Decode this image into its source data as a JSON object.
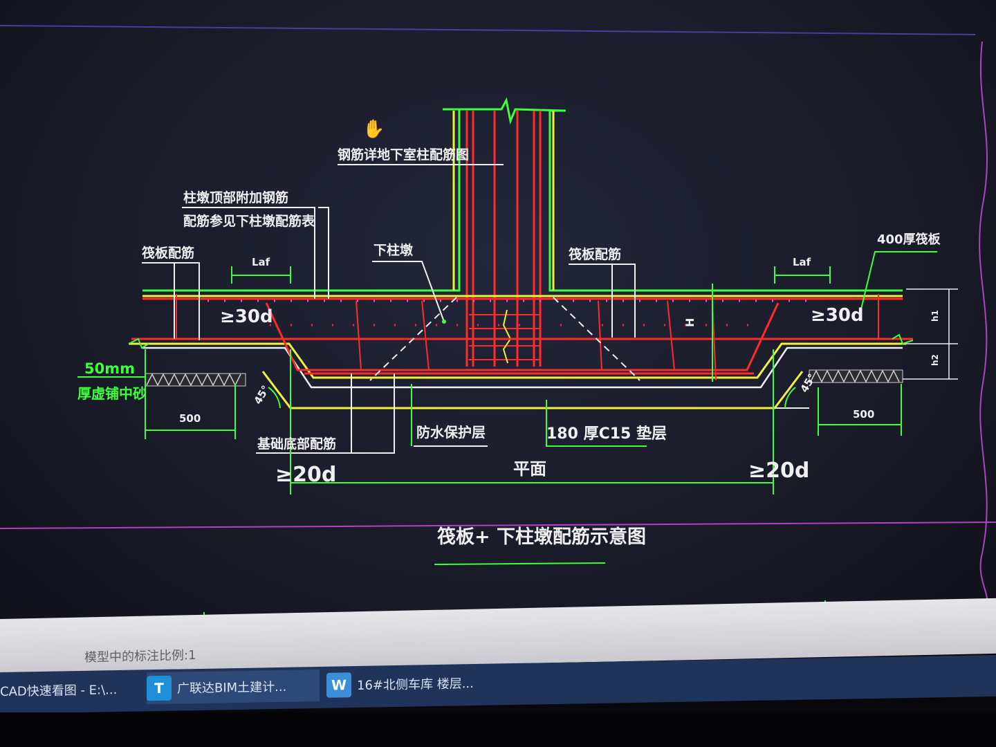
{
  "drawing": {
    "labels": {
      "column_wall_ref": "钢筋详地下室柱配筋图",
      "top_extra_rebar_1": "柱墩顶部附加钢筋",
      "top_extra_rebar_2": "配筋参见下柱墩配筋表",
      "raft_rebar_left": "筏板配筋",
      "raft_rebar_right": "筏板配筋",
      "lower_column_pier": "下柱墩",
      "laf_left": "Laf",
      "laf_right": "Laf",
      "raft_thickness": "400厚筏板",
      "ge30d_left": "≥30d",
      "ge30d_right": "≥30d",
      "height_H": "H",
      "h1": "h1",
      "h2": "h2",
      "sand_1": "50mm",
      "sand_2": "厚虚铺中砂",
      "dim_500_left": "500",
      "dim_500_right": "500",
      "angle_left": "45°",
      "angle_right": "45°",
      "bottom_rebar": "基础底部配筋",
      "waterproof": "防水保护层",
      "cushion": "180 厚C15 垫层",
      "plan": "平面",
      "ge20d_left": "≥20d",
      "ge20d_right": "≥20d"
    },
    "title": "筏板+ 下柱墩配筋示意图"
  },
  "command_line": {
    "text": "模型中的标注比例:1"
  },
  "taskbar": {
    "items": [
      {
        "label": "CAD快速看图 - E:\\..."
      },
      {
        "label": "广联达BIM土建计..."
      },
      {
        "label": "16#北侧车库 楼层..."
      }
    ]
  },
  "colors": {
    "background": "#1a1c2a",
    "green": "#3dff3d",
    "yellow": "#f2f23a",
    "red": "#ff2a2a",
    "white": "#f0f0f0",
    "magenta": "#c040d0"
  }
}
